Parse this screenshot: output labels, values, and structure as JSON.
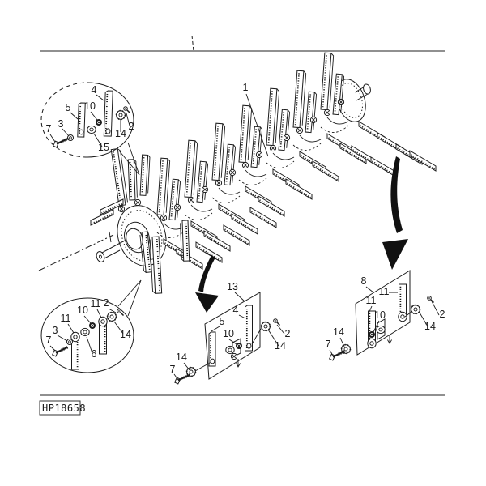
{
  "figure_label": "HP18658",
  "colors": {
    "ink": "#1c1c1c",
    "background": "#ffffff",
    "arrow": "#111111"
  },
  "icons": {
    "detail_arrow_left": "thick-curved-arrow-icon",
    "detail_arrow_right": "thick-curved-arrow-icon",
    "assembly_direction": "small-down-arrow-icon"
  },
  "callouts": {
    "main": [
      "1"
    ],
    "top_circle": [
      "4",
      "5",
      "10",
      "3",
      "7",
      "15",
      "14",
      "2"
    ],
    "bottom_circle": [
      "11",
      "10",
      "11",
      "2",
      "14",
      "6",
      "3",
      "7"
    ],
    "box_center": [
      "13",
      "4",
      "5",
      "10",
      "2",
      "14",
      "14",
      "7"
    ],
    "box_right": [
      "8",
      "11",
      "11",
      "10",
      "2",
      "14",
      "14",
      "7"
    ]
  }
}
